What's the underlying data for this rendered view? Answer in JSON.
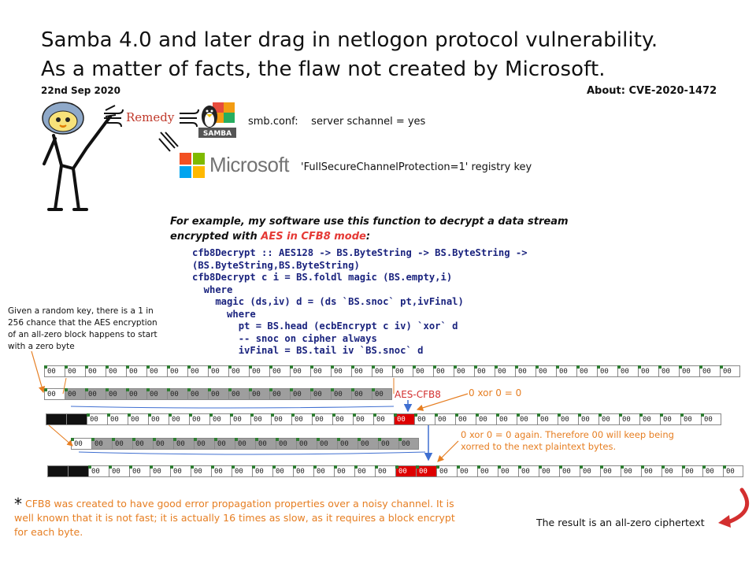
{
  "header": {
    "title_line1": "Samba 4.0 and later drag in netlogon protocol vulnerability.",
    "title_line2": "As a matter of facts, the flaw not created by Microsoft.",
    "date": "22nd Sep 2020",
    "about": "About: CVE-2020-1472"
  },
  "remedy": {
    "label": "Remedy",
    "samba_logo_text": "SAMBA",
    "smb_conf": "smb.conf:    server schannel = yes",
    "microsoft_logo_text": "Microsoft",
    "microsoft_conf": "'FullSecureChannelProtection=1' registry key"
  },
  "example": {
    "line1": "For example, my software use this function to decrypt a data stream",
    "line2_prefix": "encrypted with ",
    "line2_highlight": "AES in CFB8 mode",
    "line2_suffix": ":",
    "code": [
      "cfb8Decrypt :: AES128 -> BS.ByteString -> BS.ByteString ->",
      "(BS.ByteString,BS.ByteString)",
      "cfb8Decrypt c i = BS.foldl magic (BS.empty,i)",
      "  where",
      "    magic (ds,iv) d = (ds `BS.snoc` pt,ivFinal)",
      "      where",
      "        pt = BS.head (ecbEncrypt c iv) `xor` d",
      "        -- snoc on cipher always",
      "        ivFinal = BS.tail iv `BS.snoc` d"
    ]
  },
  "diagram": {
    "note_left": "Given a random key, there is a 1 in 256 chance that the AES encryption of an all-zero block happens to start with a zero byte",
    "byte_value": "00",
    "aes_label": "AES-CFB8",
    "xor_label": "0 xor 0 = 0",
    "again_label": "0 xor 0 = 0 again. Therefore 00 will keep being xorred to the next plaintext bytes.",
    "colors": {
      "orange": "#e67e22",
      "blue": "#3f6fd1",
      "red": "#d00000",
      "green": "#2e7d32"
    }
  },
  "footer": {
    "footnote_star": "*",
    "footnote": "CFB8 was created to have good error propagation properties over a noisy channel. It is well known that it is not fast; it is actually 16 times as slow, as it requires a block encrypt for each byte.",
    "result": "The result is an all-zero ciphertext"
  }
}
